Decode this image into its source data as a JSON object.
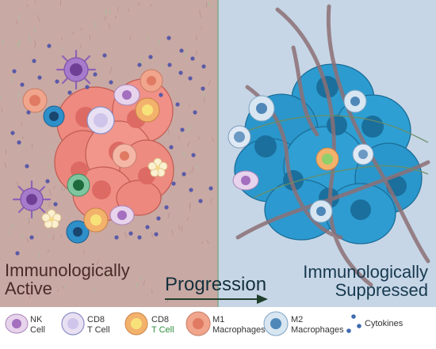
{
  "panels": {
    "left_label_line1": "Immunologically",
    "left_label_line2": "Active",
    "right_label_line1": "Immunologically",
    "right_label_line2": "Suppressed",
    "arrow_label": "Progression"
  },
  "legend": {
    "nk_line1": "NK",
    "nk_line2": "Cell",
    "cd8_line1": "CD8",
    "cd8_line2": "T Cell",
    "cd8b_line1": "CD8",
    "cd8b_line2": "T Cell",
    "m1_line1": "M1",
    "m1_line2": "Macrophages",
    "m2_line1": "M2",
    "m2_line2": "Macrophages",
    "cytokines": "Cytokines"
  },
  "colors": {
    "left_bg": "#c9a9a3",
    "right_bg": "#c6d6e6",
    "tumor_active": "#ef8f85",
    "tumor_suppressed": "#2a95c8",
    "cytokine": "#5a5aa8",
    "nk": "#9a6cc0",
    "collagen": "#8d7076"
  }
}
